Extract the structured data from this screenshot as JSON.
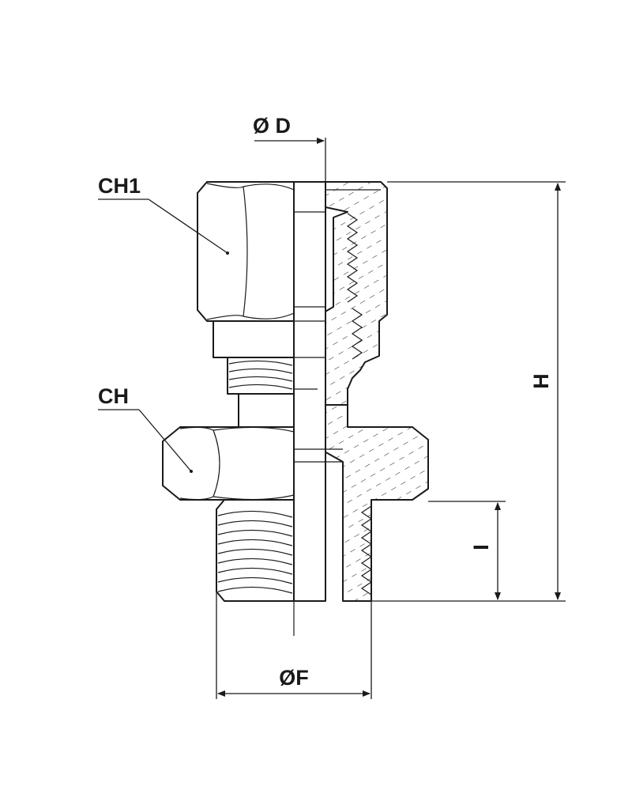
{
  "labels": {
    "ch1": "CH1",
    "ch": "CH",
    "diameter_d": "Ø D",
    "diameter_f": "ØF",
    "height_h": "H",
    "length_l": "I"
  },
  "colors": {
    "line": "#1a1a1a",
    "background": "#ffffff"
  }
}
